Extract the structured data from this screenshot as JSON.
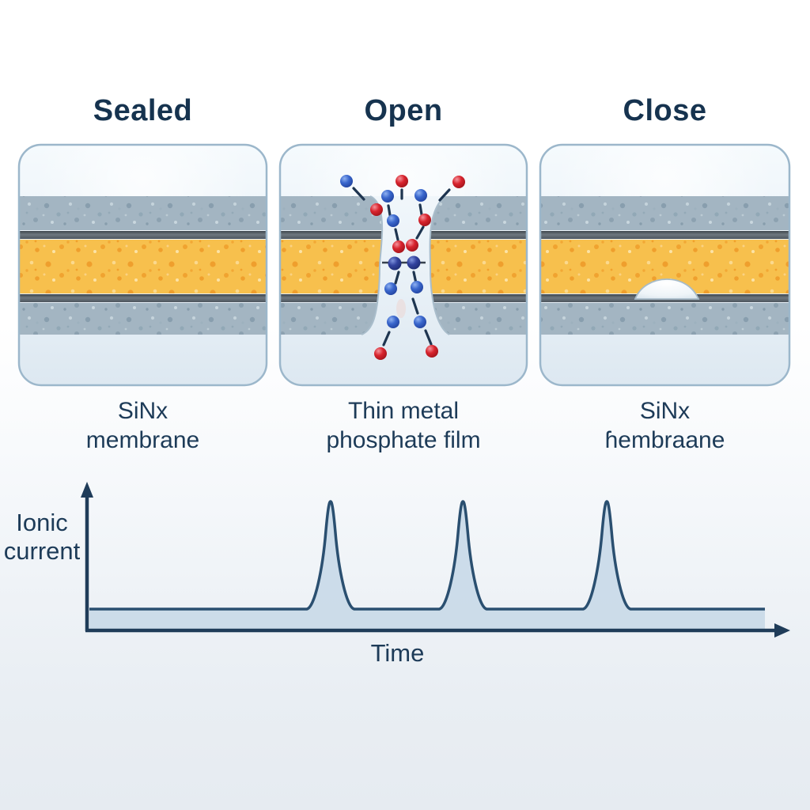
{
  "figure": {
    "panels": [
      {
        "title": "Sealed",
        "label_line1": "SiNx",
        "label_line2": "membrane",
        "state": "sealed nanopore membrane stack"
      },
      {
        "title": "Open",
        "label_line1": "Thin metal",
        "label_line2": "phosphate film",
        "state": "open pore with blue and red ions translocating",
        "ion_counts": {
          "blue": 10,
          "red": 8
        }
      },
      {
        "title": "Close",
        "label_line1": "SiNx",
        "label_line2": "ɦembraane",
        "state": "pore closed by dome-shaped deposit"
      }
    ],
    "graph": {
      "ylabel_line1": "Ionic",
      "ylabel_line2": "current",
      "xlabel": "Time"
    }
  },
  "chart_data": {
    "type": "line",
    "title": "",
    "xlabel": "Time",
    "ylabel": "Ionic current",
    "x_ticks": [],
    "y_ticks": [],
    "axis_arrows": true,
    "baseline_level": 0.16,
    "peak_level": 1.0,
    "peaks_x_frac": [
      0.357,
      0.553,
      0.766
    ],
    "series": [
      {
        "name": "ionic current",
        "x": [
          0.0,
          0.32,
          0.347,
          0.357,
          0.367,
          0.393,
          0.52,
          0.543,
          0.553,
          0.563,
          0.588,
          0.73,
          0.756,
          0.766,
          0.776,
          0.8,
          1.0
        ],
        "y": [
          0.16,
          0.16,
          0.4,
          1.0,
          0.4,
          0.16,
          0.16,
          0.4,
          1.0,
          0.4,
          0.16,
          0.16,
          0.4,
          1.0,
          0.4,
          0.16,
          0.16
        ]
      }
    ],
    "legend": "none",
    "grid": false
  },
  "colors": {
    "title_text": "#16334f",
    "label_text": "#1d3b58",
    "panel_border": "#9cb7cb",
    "panel_bg_top": "#f4f9fc",
    "panel_bg_bottom": "#dfe9f2",
    "membrane_gray": "#a3b5c2",
    "dark_film": "#5a636b",
    "metal_phosphate_orange": "#f7c04d",
    "ion_blue": "#3361c6",
    "ion_red": "#d6212b",
    "axis": "#1f3c59",
    "trace_stroke": "#2a4f70",
    "trace_fill": "#c8d9e8"
  }
}
